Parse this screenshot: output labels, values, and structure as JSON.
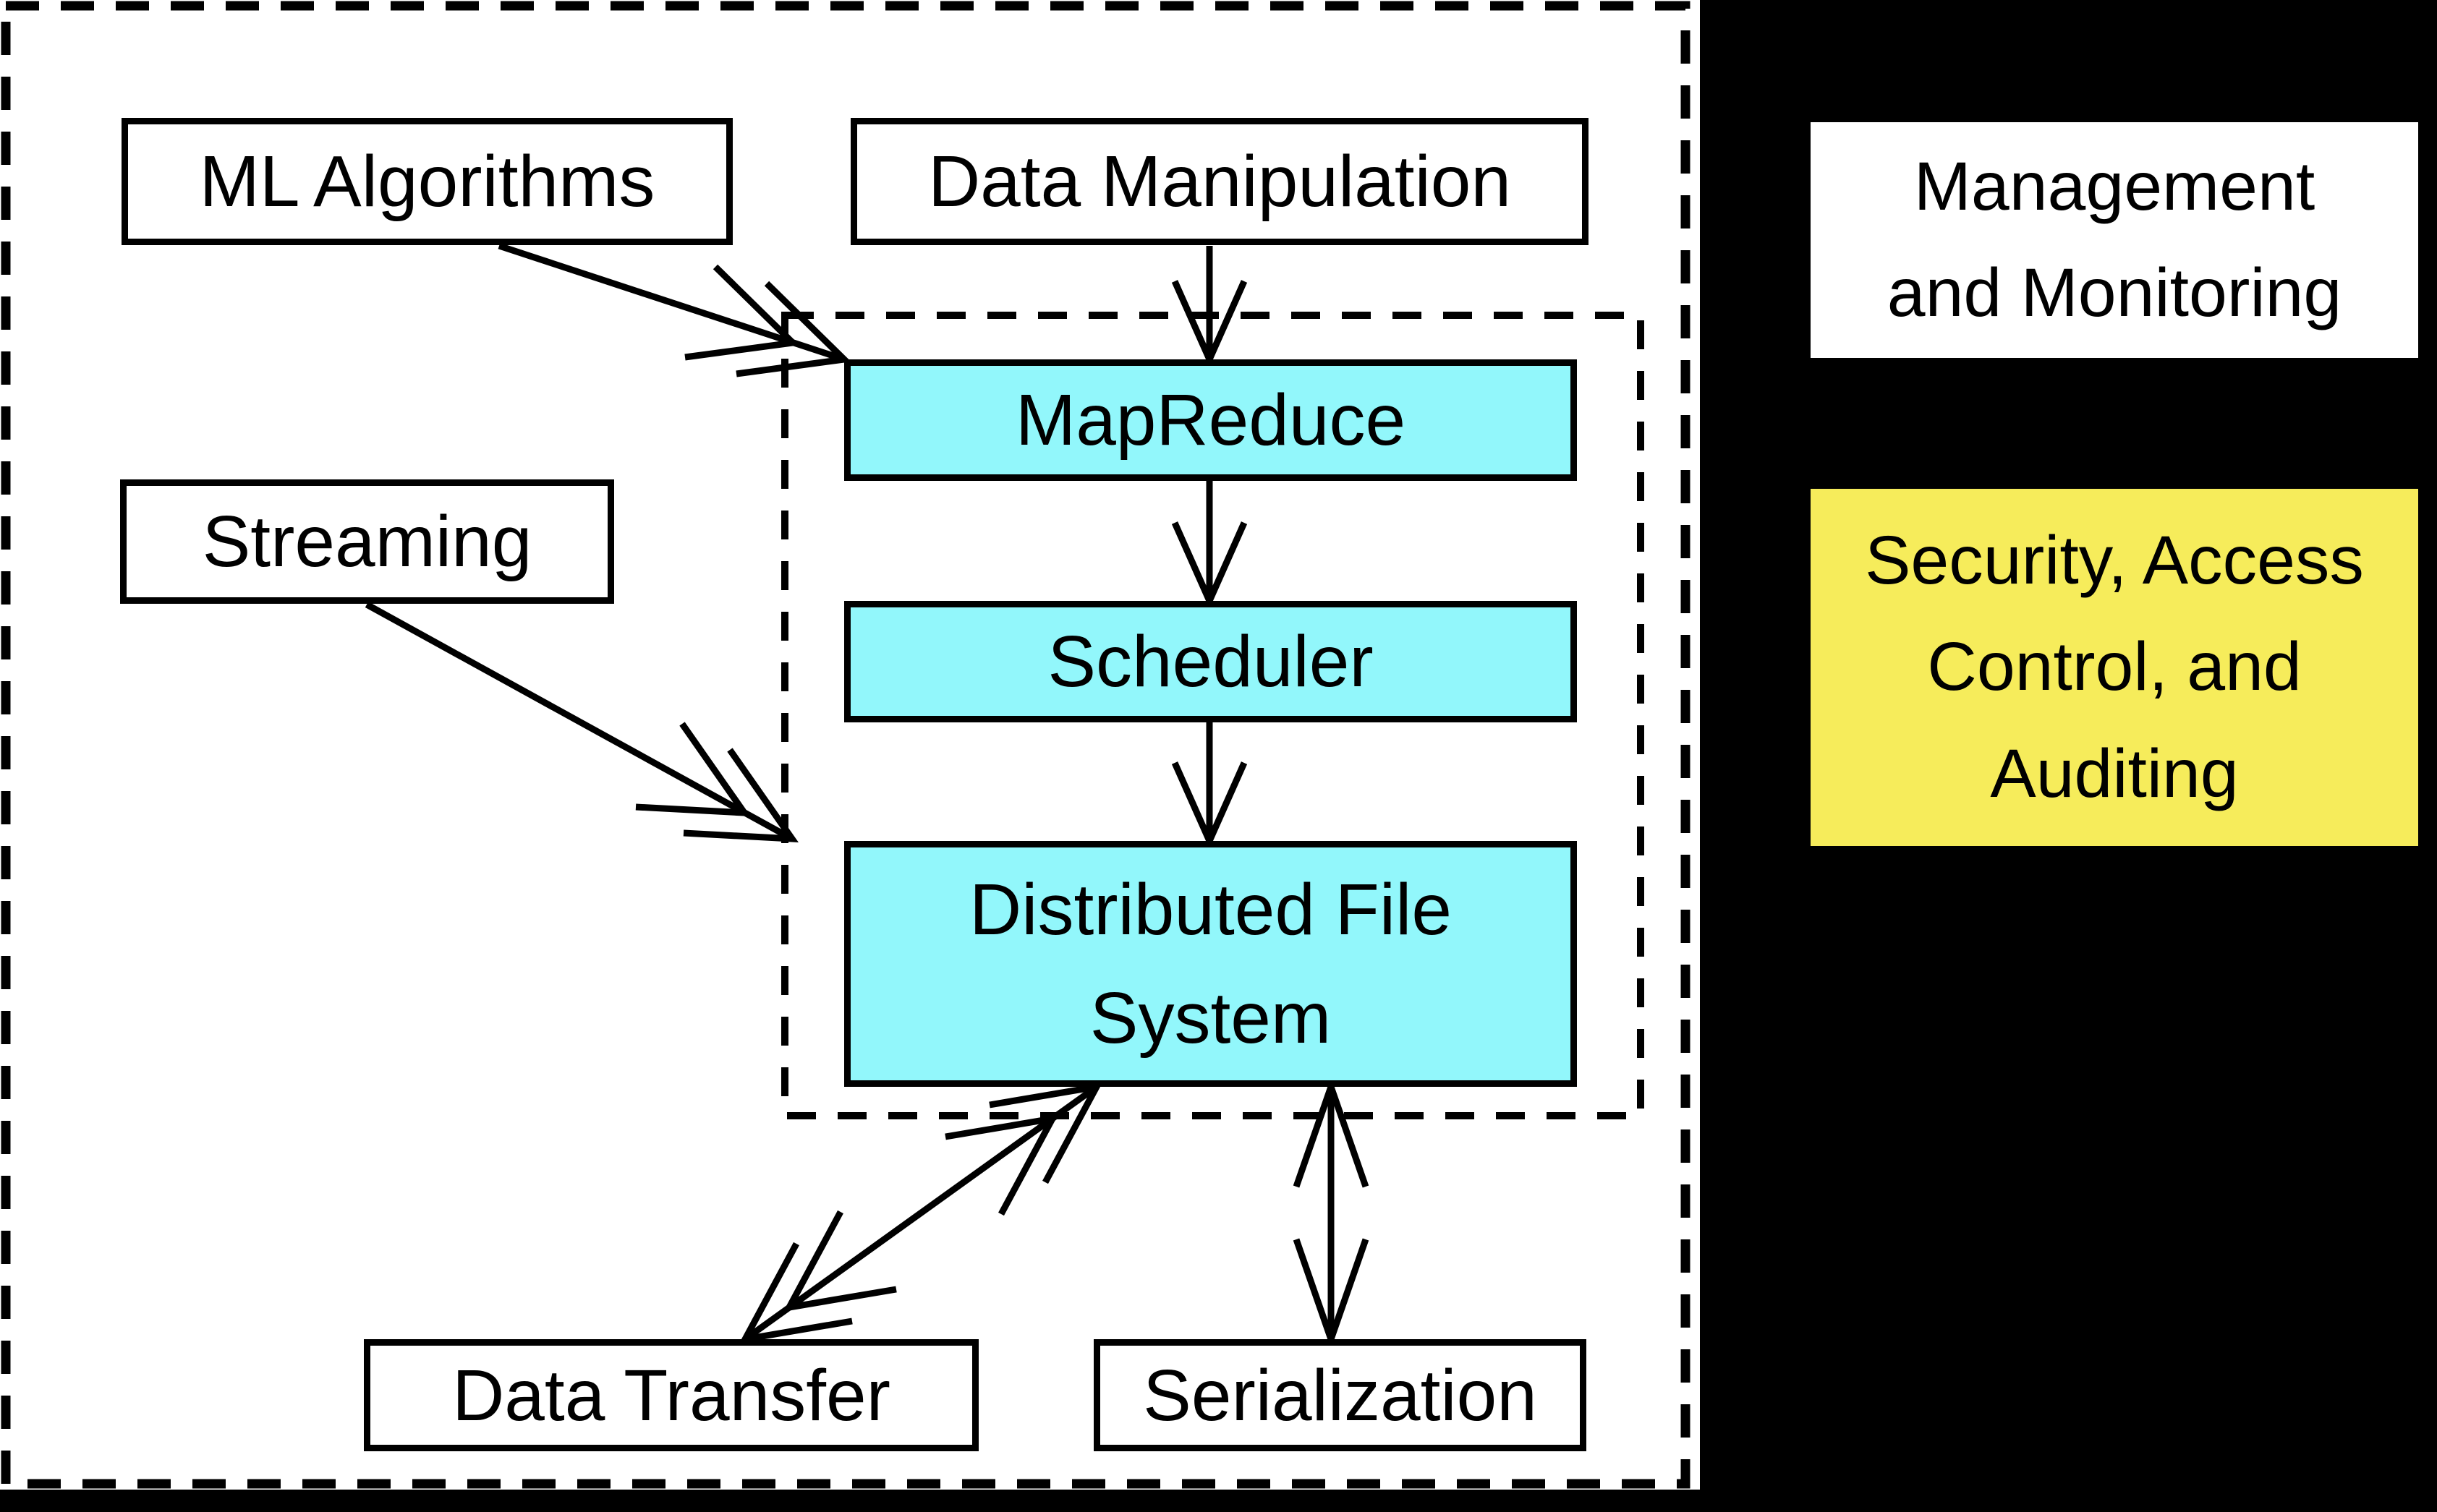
{
  "colors": {
    "canvas_bg": "#000000",
    "panel_bg": "#ffffff",
    "node_fill": "#ffffff",
    "core_fill": "#92F7FB",
    "security_fill": "#F6EC5B",
    "line": "#000000"
  },
  "nodes": {
    "ml_algorithms": {
      "label": "ML Algorithms"
    },
    "data_manipulation": {
      "label": "Data Manipulation"
    },
    "mapreduce": {
      "label": "MapReduce"
    },
    "scheduler": {
      "label": "Scheduler"
    },
    "distributed_file_system": {
      "label": "Distributed File\nSystem"
    },
    "streaming": {
      "label": "Streaming"
    },
    "data_transfer": {
      "label": "Data Transfer"
    },
    "serialization": {
      "label": "Serialization"
    }
  },
  "side_panels": {
    "management": {
      "label": "Management\nand Monitoring"
    },
    "security": {
      "label": "Security, Access\nControl, and\nAuditing"
    }
  }
}
